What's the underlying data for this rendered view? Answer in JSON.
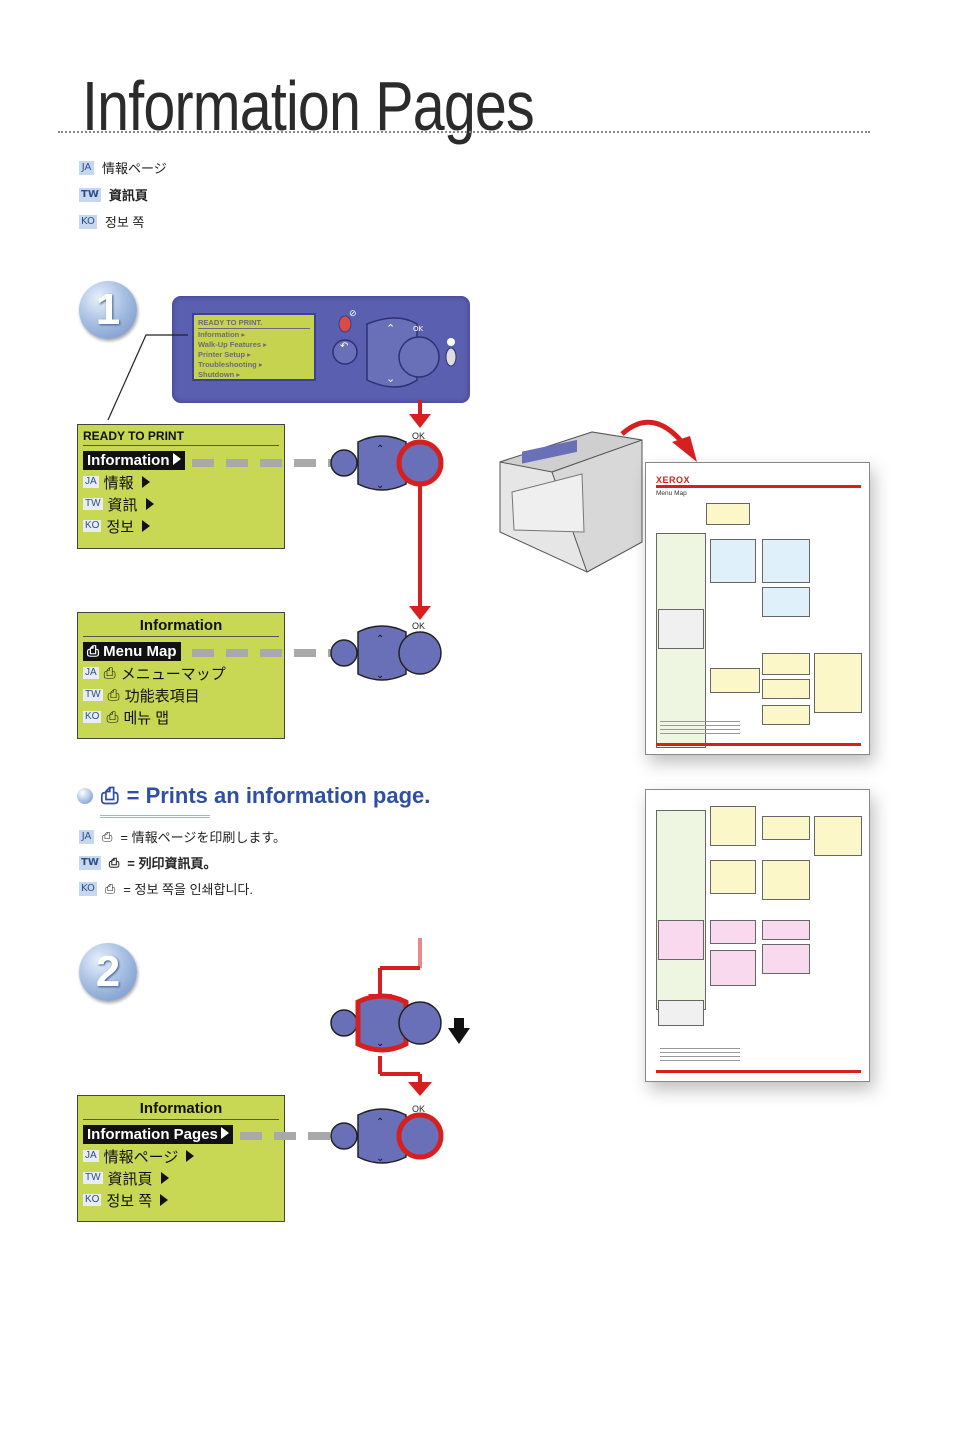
{
  "title": "Information Pages",
  "title_translations": [
    {
      "tag": "JA",
      "text": "情報ページ"
    },
    {
      "tag": "TW",
      "text": "資訊頁"
    },
    {
      "tag": "KO",
      "text": "정보 쪽"
    }
  ],
  "steps": {
    "one": "1",
    "two": "2"
  },
  "control_panel": {
    "lcd_lines": [
      "READY TO PRINT.",
      "Information ▸",
      "Walk-Up Features ▸",
      "Printer Setup ▸",
      "Troubleshooting ▸",
      "Shutdown ▸"
    ],
    "ok_label": "OK"
  },
  "lcd1": {
    "header": "READY TO PRINT",
    "selected": "Information",
    "rows": [
      {
        "tag": "JA",
        "text": "情報"
      },
      {
        "tag": "TW",
        "text": "資訊"
      },
      {
        "tag": "KO",
        "text": "정보"
      }
    ]
  },
  "lcd2": {
    "header": "Information",
    "selected": "Menu Map",
    "rows": [
      {
        "tag": "JA",
        "text": "メニューマップ"
      },
      {
        "tag": "TW",
        "text": "功能表項目"
      },
      {
        "tag": "KO",
        "text": "메뉴 맵"
      }
    ]
  },
  "lcd3": {
    "header": "Information",
    "selected": "Information Pages",
    "rows": [
      {
        "tag": "JA",
        "text": "情報ページ"
      },
      {
        "tag": "TW",
        "text": "資訊頁"
      },
      {
        "tag": "KO",
        "text": "정보 쪽"
      }
    ]
  },
  "ok_labels": [
    "OK",
    "OK",
    "OK"
  ],
  "print_note": {
    "text": "= Prints an information page.",
    "translations": [
      {
        "tag": "JA",
        "text": "= 情報ページを印刷します。"
      },
      {
        "tag": "TW",
        "text": "= 列印資訊頁。"
      },
      {
        "tag": "KO",
        "text": "= 정보 쪽을 인쇄합니다."
      }
    ]
  },
  "sheet": {
    "brand": "XEROX",
    "subtitle": "Menu Map"
  },
  "colors": {
    "accent_red": "#d62020",
    "lcd_green": "#c8d754",
    "button_blue": "#6a70b8",
    "step_blue": "#8aa6d4"
  }
}
